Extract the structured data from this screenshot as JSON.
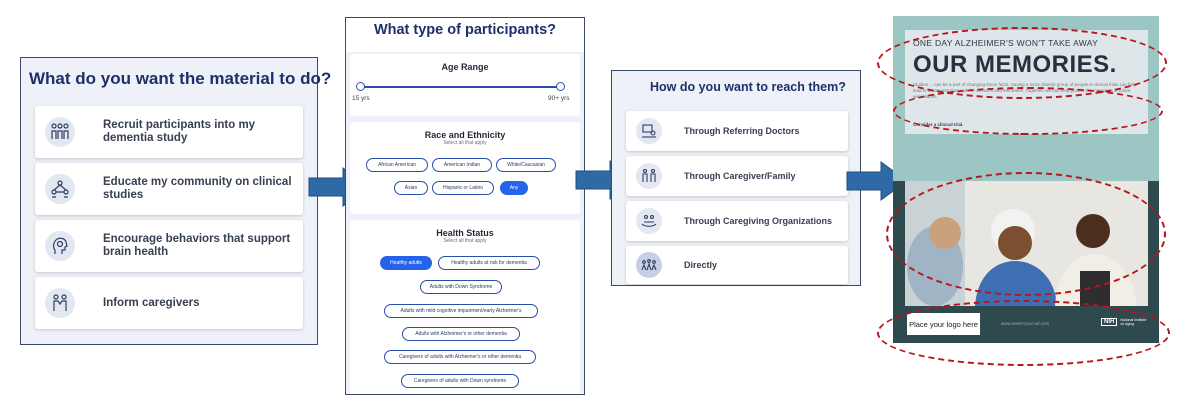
{
  "panel1": {
    "title": "What do you want the material to do?",
    "options": [
      {
        "label": "Recruit participants into my dementia study",
        "icon": "people-group-icon"
      },
      {
        "label": "Educate my community on clinical studies",
        "icon": "community-network-icon"
      },
      {
        "label": "Encourage behaviors that support brain health",
        "icon": "brain-head-icon"
      },
      {
        "label": "Inform caregivers",
        "icon": "caregiver-pair-icon"
      }
    ]
  },
  "panel2": {
    "title": "What type of participants?",
    "age": {
      "heading": "Age Range",
      "min_label": "15 yrs",
      "max_label": "90+ yrs"
    },
    "race": {
      "heading": "Race and Ethnicity",
      "sub": "Select all that apply",
      "chips": [
        {
          "label": "African American",
          "selected": false
        },
        {
          "label": "American Indian",
          "selected": false
        },
        {
          "label": "White/Caucasian",
          "selected": false
        },
        {
          "label": "Asian",
          "selected": false
        },
        {
          "label": "Hispanic or Latino",
          "selected": false
        },
        {
          "label": "Any",
          "selected": true
        }
      ]
    },
    "health": {
      "heading": "Health Status",
      "sub": "Select all that apply",
      "chips": [
        {
          "label": "Healthy adults",
          "selected": true
        },
        {
          "label": "Healthy adults at risk for dementia",
          "selected": false
        },
        {
          "label": "Adults with Down Syndrome",
          "selected": false
        },
        {
          "label": "Adults with mild cognitive impairment/early Alzheimer's",
          "selected": false
        },
        {
          "label": "Adults with Alzheimer's or other dementia",
          "selected": false
        },
        {
          "label": "Caregivers of adults with Alzheimer's or other dementia",
          "selected": false
        },
        {
          "label": "Caregivers of adults with Down syndrome",
          "selected": false
        }
      ]
    }
  },
  "panel3": {
    "title": "How do you want to reach them?",
    "options": [
      {
        "label": "Through Referring Doctors",
        "icon": "doctor-icon"
      },
      {
        "label": "Through Caregiver/Family",
        "icon": "family-icon"
      },
      {
        "label": "Through Caregiving Organizations",
        "icon": "organization-hands-icon"
      },
      {
        "label": "Directly",
        "icon": "crowd-icon"
      }
    ]
  },
  "poster": {
    "kicker": "ONE DAY ALZHEIMER'S WON'T TAKE AWAY",
    "headline": "OUR MEMORIES.",
    "body": "Studies ... can be a part of changing these facts. Having a more diverse group of people in clinical trials can help lead to treatments that work for all races and ethnicities. Together, we can help protect the memories of future generations.",
    "cta": "Consider a clinical trial.",
    "logo_placeholder": "Place your logo here",
    "url_text": "www.insert-your-url.com",
    "nih_text": "NIH",
    "nih_sub": "National Institute on Aging"
  },
  "colors": {
    "accent_blue": "#2563eb",
    "arrow_blue": "#2e6aa6",
    "highlight_red": "#b5171c",
    "title_navy": "#1f2f6b"
  }
}
